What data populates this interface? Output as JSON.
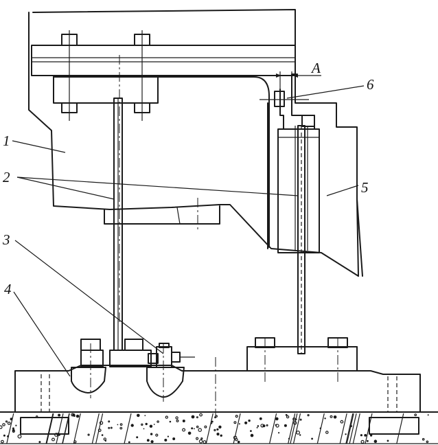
{
  "labels": {
    "part1": "1",
    "part2": "2",
    "part3": "3",
    "part4": "4",
    "part5": "5",
    "part6": "6",
    "dimA": "A"
  },
  "colors": {
    "ink": "#1a1a1a",
    "paper": "#ffffff"
  }
}
